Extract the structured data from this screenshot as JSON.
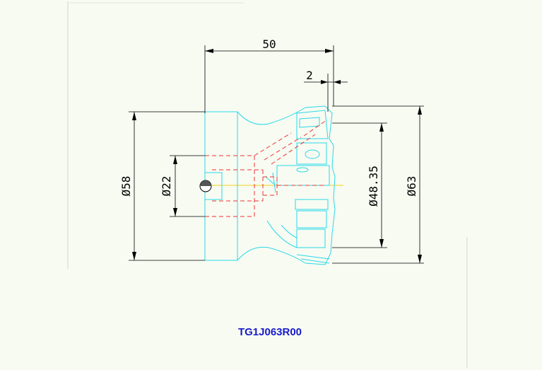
{
  "drawing": {
    "dimensions": {
      "overall_length": "50",
      "insert_offset": "2",
      "body_diameter": "Ø58",
      "bore_diameter": "Ø22",
      "inner_cutting_diameter": "Ø48.35",
      "cutting_diameter": "Ø63"
    },
    "part_number": "TG1J063R00"
  },
  "colors": {
    "background": "#f7fbf2",
    "outline": "#2ad8e8",
    "hidden_lines": "#ee3333",
    "dimension_lines": "#000000",
    "centerline": "#f2d21a",
    "part_number": "#1a1acc"
  }
}
